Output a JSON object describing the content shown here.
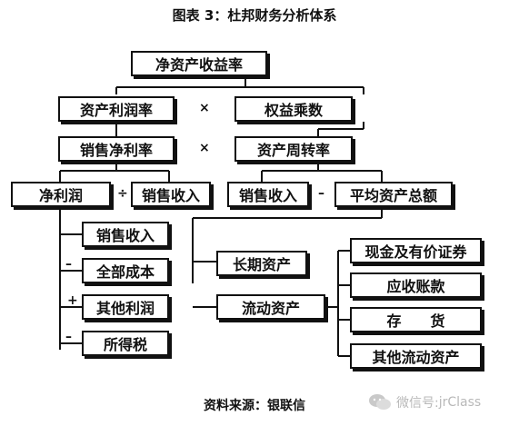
{
  "title": "图表 3：杜邦财务分析体系",
  "source": "资料来源：银联信",
  "watermark": {
    "prefix": "微信号:",
    "account": "jrClass",
    "icon": "wechat-icon"
  },
  "nodes": {
    "roe": "净资产收益率",
    "roa": "资产利润率",
    "equity_multiplier": "权益乘数",
    "net_margin": "销售净利率",
    "asset_turnover": "资产周转率",
    "net_profit": "净利润",
    "sales_revenue_a": "销售收入",
    "sales_revenue_b": "销售收入",
    "avg_total_assets": "平均资产总额",
    "sales_revenue_c": "销售收入",
    "total_cost": "全部成本",
    "other_profit": "其他利润",
    "income_tax": "所得税",
    "long_term_assets": "长期资产",
    "current_assets": "流动资产",
    "cash_securities": "现金及有价证券",
    "receivables": "应收账款",
    "inventory": "存　　货",
    "other_current_assets": "其他流动资产"
  },
  "operators": {
    "times_1": "×",
    "times_2": "×",
    "divide": "÷",
    "divide_b": "–",
    "minus": "–",
    "plus": "+",
    "minus_2": "–"
  }
}
